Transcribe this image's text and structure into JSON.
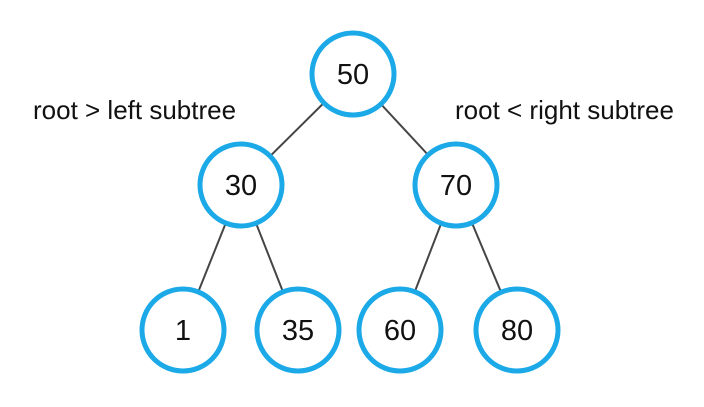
{
  "diagram": {
    "type": "binary-search-tree",
    "annotations": {
      "left": "root > left subtree",
      "right": "root < right subtree"
    },
    "nodes": [
      {
        "id": "50",
        "value": "50",
        "parent": null,
        "side": "root"
      },
      {
        "id": "30",
        "value": "30",
        "parent": "50",
        "side": "left"
      },
      {
        "id": "70",
        "value": "70",
        "parent": "50",
        "side": "right"
      },
      {
        "id": "1",
        "value": "1",
        "parent": "30",
        "side": "left"
      },
      {
        "id": "35",
        "value": "35",
        "parent": "30",
        "side": "right"
      },
      {
        "id": "60",
        "value": "60",
        "parent": "70",
        "side": "left"
      },
      {
        "id": "80",
        "value": "80",
        "parent": "70",
        "side": "right"
      }
    ],
    "edges": [
      {
        "from": "50",
        "to": "30"
      },
      {
        "from": "50",
        "to": "70"
      },
      {
        "from": "30",
        "to": "1"
      },
      {
        "from": "30",
        "to": "35"
      },
      {
        "from": "70",
        "to": "60"
      },
      {
        "from": "70",
        "to": "80"
      }
    ],
    "colors": {
      "node_stroke": "#1ba9e8",
      "node_fill": "#ffffff",
      "edge": "#454545",
      "text": "#111111",
      "background": "#ffffff"
    }
  }
}
